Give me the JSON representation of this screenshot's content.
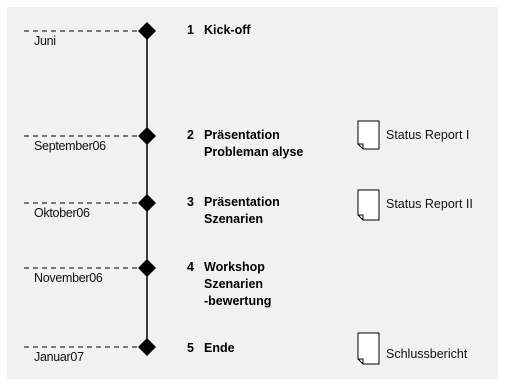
{
  "milestones": [
    {
      "date": "Juni",
      "number": "1",
      "title": "Kick-off",
      "report": ""
    },
    {
      "date": "September06",
      "number": "2",
      "title": "Präsentation\nProbleman alyse",
      "report": "Status Report I"
    },
    {
      "date": "Oktober06",
      "number": "3",
      "title": "Präsentation\nSzenarien",
      "report": "Status Report II"
    },
    {
      "date": "November06",
      "number": "4",
      "title": "Workshop\nSzenarien\n-bewertung",
      "report": ""
    },
    {
      "date": "Januar07",
      "number": "5",
      "title": "Ende",
      "report": "Schlussbericht"
    }
  ]
}
